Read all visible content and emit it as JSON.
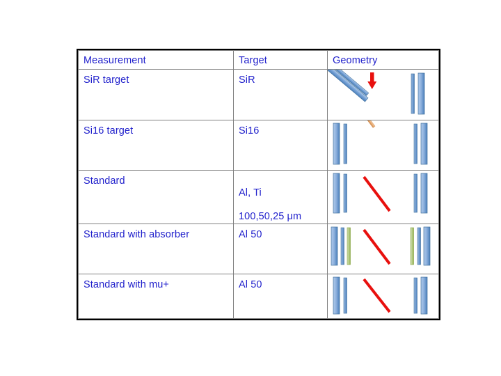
{
  "slide": {
    "background": "#ffffff"
  },
  "table": {
    "accent_text_color": "#2222CC",
    "border_color": "#000000",
    "inner_border_color": "#808080",
    "columns": [
      {
        "key": "measurement",
        "label": "Measurement"
      },
      {
        "key": "target",
        "label": "Target"
      },
      {
        "key": "geometry",
        "label": "Geometry"
      }
    ],
    "rows": [
      {
        "measurement": "SiR target",
        "target": "SiR",
        "geometry_name": "geometry-sir-target",
        "geometry_desc": "Two parallel blue diagonal bars with red downward arrow on left; two vertical blue bars on right"
      },
      {
        "measurement": "Si16 target",
        "target": "Si16",
        "geometry_name": "geometry-si16-target",
        "geometry_desc": "Two vertical blue bars left, orange diagonal bar center, two vertical blue bars right"
      },
      {
        "measurement": "Standard",
        "target": "Al, Ti\n100,50,25 μm",
        "target_line1": "Al, Ti",
        "target_line2_pre": "100,50,25 ",
        "target_line2_unit": "μm",
        "geometry_name": "geometry-standard",
        "geometry_desc": "Two vertical blue bars left, red diagonal line center, two vertical blue bars right"
      },
      {
        "measurement": "Standard with absorber",
        "target": "Al 50",
        "geometry_name": "geometry-standard-absorber",
        "geometry_desc": "Blue wide bar, thin blue bar and green absorber bar left; red diagonal center; green, thin blue and wide blue bars right"
      },
      {
        "measurement": "Standard with mu+",
        "target": "Al 50",
        "geometry_name": "geometry-standard-mu",
        "geometry_desc": "Two vertical blue bars left, red diagonal line center, two vertical blue bars right"
      }
    ]
  },
  "colors": {
    "text_blue": "#2222CC",
    "bar_blue_light": "#A8C4E8",
    "bar_blue_mid": "#5B8FCB",
    "bar_blue_dark": "#3C6FA8",
    "bar_green_light": "#C3D69B",
    "bar_green_mid": "#9BBB59",
    "bar_orange_light": "#F5CBA0",
    "bar_orange_mid": "#E0A060",
    "arrow_red": "#E8100E",
    "line_red": "#E8100E"
  }
}
